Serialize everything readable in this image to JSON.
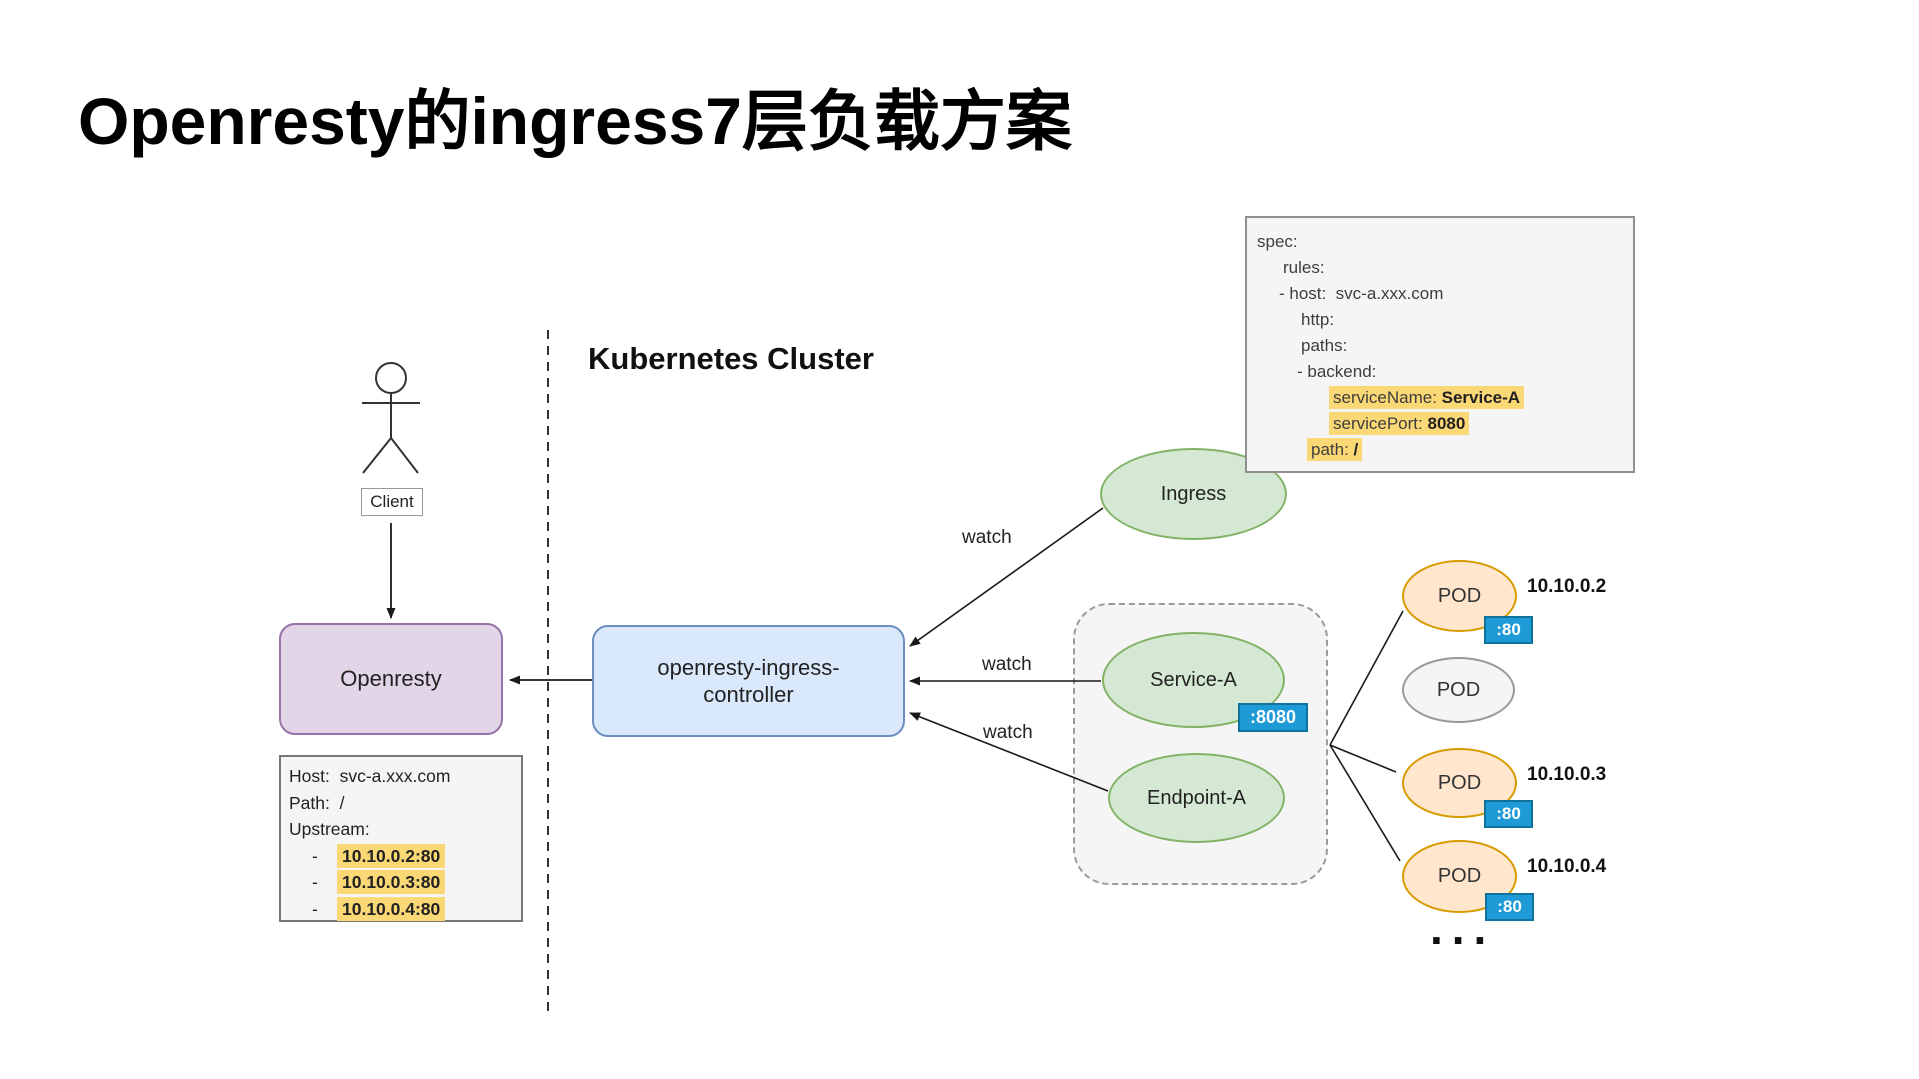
{
  "title": "Openresty的ingress7层负载方案",
  "cluster_label": "Kubernetes Cluster",
  "client": {
    "label": "Client"
  },
  "watch_label": "watch",
  "spec_box": {
    "plain_lines": [
      "spec:",
      "rules:",
      "- host:  svc-a.xxx.com",
      "http:",
      "paths:",
      "- backend:"
    ],
    "hl_lines": [
      {
        "label": "serviceName: ",
        "value": "Service-A"
      },
      {
        "label": "servicePort: ",
        "value": "8080"
      },
      {
        "label": "path: ",
        "value": "/"
      }
    ]
  },
  "openresty": {
    "label": "Openresty"
  },
  "controller": {
    "label": "openresty-ingress-controller"
  },
  "nodes": {
    "ingress": "Ingress",
    "service": "Service-A",
    "service_port": ":8080",
    "endpoint": "Endpoint-A"
  },
  "upstream_box": {
    "host_line": "Host:  svc-a.xxx.com",
    "path_line": "Path:  /",
    "upstream_line": "Upstream:",
    "bullet": "-",
    "items": [
      "10.10.0.2:80",
      "10.10.0.3:80",
      "10.10.0.4:80"
    ]
  },
  "pods": [
    {
      "label": "POD",
      "port": ":80",
      "ip": "10.10.0.2"
    },
    {
      "label": "POD"
    },
    {
      "label": "POD",
      "port": ":80",
      "ip": "10.10.0.3"
    },
    {
      "label": "POD",
      "port": ":80",
      "ip": "10.10.0.4"
    }
  ],
  "ellipsis": "...",
  "colors": {
    "openresty_fill": "#E1D5E7",
    "openresty_border": "#9673A6",
    "controller_fill": "#DAE8FC",
    "controller_border": "#6C8EBF",
    "k8s_node_fill": "#D5E8D4",
    "k8s_node_border": "#82B366",
    "pod_fill": "#FFE6CC",
    "pod_border": "#D79B00",
    "pod_inactive_fill": "#F5F5F5",
    "pod_inactive_border": "#999999",
    "port_badge_fill": "#1E9BD7",
    "port_badge_border": "#10739E",
    "highlight_yellow": "#FBD876",
    "note_box_fill": "#F5F5F5"
  }
}
